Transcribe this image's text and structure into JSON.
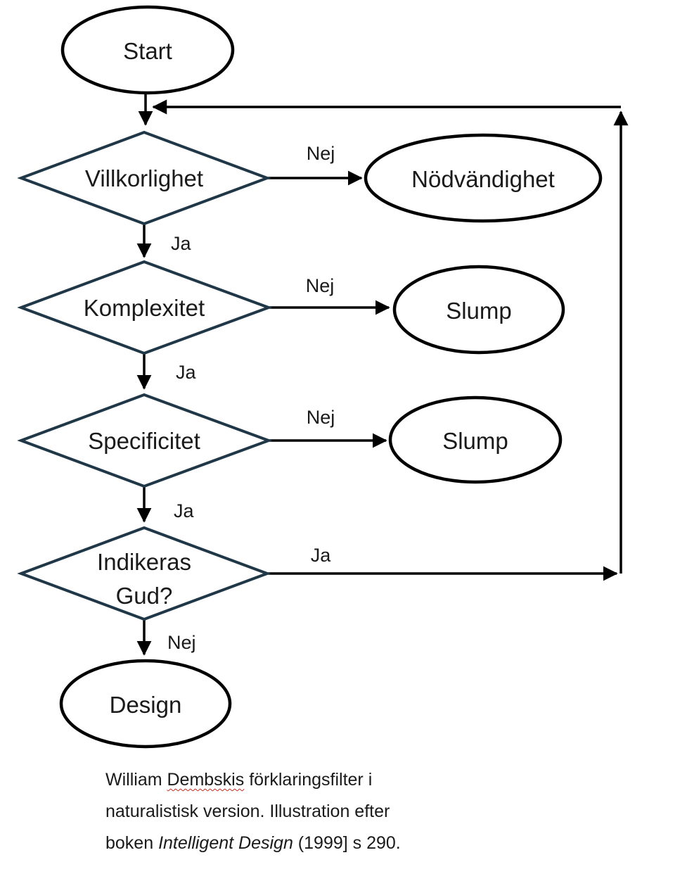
{
  "diagram": {
    "nodes": {
      "start": {
        "label": "Start",
        "shape": "ellipse"
      },
      "villkorlighet": {
        "label": "Villkorlighet",
        "shape": "decision"
      },
      "nodvandighet": {
        "label": "Nödvändighet",
        "shape": "ellipse"
      },
      "komplexitet": {
        "label": "Komplexitet",
        "shape": "decision"
      },
      "slump1": {
        "label": "Slump",
        "shape": "ellipse"
      },
      "specificitet": {
        "label": "Specificitet",
        "shape": "decision"
      },
      "slump2": {
        "label": "Slump",
        "shape": "ellipse"
      },
      "indikeras_gud": {
        "label_line1": "Indikeras",
        "label_line2": "Gud?",
        "shape": "decision"
      },
      "design": {
        "label": "Design",
        "shape": "ellipse"
      }
    },
    "edge_labels": {
      "villkorlighet_no": "Nej",
      "villkorlighet_yes": "Ja",
      "komplexitet_no": "Nej",
      "komplexitet_yes": "Ja",
      "specificitet_no": "Nej",
      "specificitet_yes": "Ja",
      "indikeras_yes": "Ja",
      "indikeras_no": "Nej"
    },
    "colors": {
      "decision_outline": "#1f3747",
      "terminal_outline": "#000000",
      "arrow": "#000000",
      "label_text": "#1a1a1a",
      "spellcheck": "#cc2a1d"
    }
  },
  "caption": {
    "line1_pre": "William ",
    "line1_misspelled": "Dembskis",
    "line1_post": " förklaringsfilter i",
    "line2": "naturalistisk version. Illustration efter",
    "line3_pre": "boken ",
    "line3_book_title": "Intelligent Design",
    "line3_post": " (1999] s 290."
  }
}
